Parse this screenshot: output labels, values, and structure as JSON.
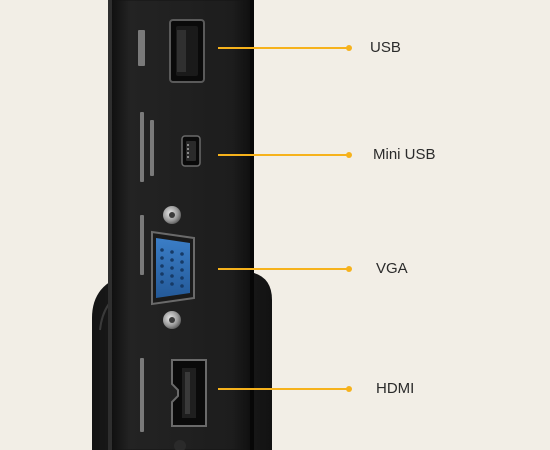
{
  "image": {
    "subject": "Side view of a black electronic device showing its connector ports",
    "colors": {
      "background": "#f2eee6",
      "device_body": "#1c1c1c",
      "leader_line": "#f6b21c",
      "vga_port": "#2f6db3",
      "label_text": "#2b2b2b"
    }
  },
  "callouts": [
    {
      "port": "usb-port",
      "label": "USB"
    },
    {
      "port": "mini-usb-port",
      "label": "Mini USB"
    },
    {
      "port": "vga-port",
      "label": "VGA"
    },
    {
      "port": "hdmi-port",
      "label": "HDMI"
    }
  ]
}
